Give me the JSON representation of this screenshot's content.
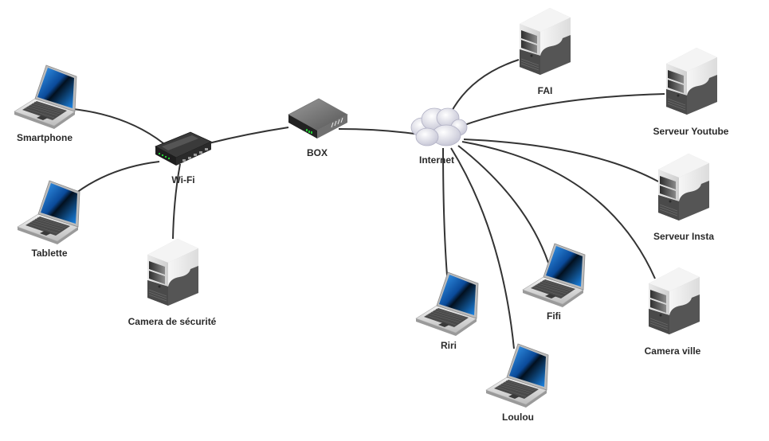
{
  "diagram": {
    "type": "network-topology",
    "nodes": [
      {
        "id": "smartphone",
        "label": "Smartphone",
        "icon": "laptop-icon"
      },
      {
        "id": "tablette",
        "label": "Tablette",
        "icon": "laptop-icon"
      },
      {
        "id": "wifi",
        "label": "Wi-Fi",
        "icon": "switch-icon"
      },
      {
        "id": "camera-securite",
        "label": "Camera de sécurité",
        "icon": "server-icon"
      },
      {
        "id": "box",
        "label": "BOX",
        "icon": "router-icon"
      },
      {
        "id": "internet",
        "label": "Internet",
        "icon": "cloud-icon"
      },
      {
        "id": "fai",
        "label": "FAI",
        "icon": "server-icon"
      },
      {
        "id": "serveur-youtube",
        "label": "Serveur Youtube",
        "icon": "server-icon"
      },
      {
        "id": "serveur-insta",
        "label": "Serveur Insta",
        "icon": "server-icon"
      },
      {
        "id": "camera-ville",
        "label": "Camera ville",
        "icon": "server-icon"
      },
      {
        "id": "riri",
        "label": "Riri",
        "icon": "laptop-icon"
      },
      {
        "id": "fifi",
        "label": "Fifi",
        "icon": "laptop-icon"
      },
      {
        "id": "loulou",
        "label": "Loulou",
        "icon": "laptop-icon"
      }
    ],
    "edges": [
      {
        "from": "smartphone",
        "to": "wifi"
      },
      {
        "from": "tablette",
        "to": "wifi"
      },
      {
        "from": "camera-securite",
        "to": "wifi"
      },
      {
        "from": "wifi",
        "to": "box"
      },
      {
        "from": "box",
        "to": "internet"
      },
      {
        "from": "internet",
        "to": "fai"
      },
      {
        "from": "internet",
        "to": "serveur-youtube"
      },
      {
        "from": "internet",
        "to": "serveur-insta"
      },
      {
        "from": "internet",
        "to": "camera-ville"
      },
      {
        "from": "internet",
        "to": "riri"
      },
      {
        "from": "internet",
        "to": "fifi"
      },
      {
        "from": "internet",
        "to": "loulou"
      }
    ],
    "colors": {
      "edge": "#333333",
      "label": "#2a2a2a",
      "screen": "#1a7ee0",
      "led": "#22cc33"
    }
  }
}
